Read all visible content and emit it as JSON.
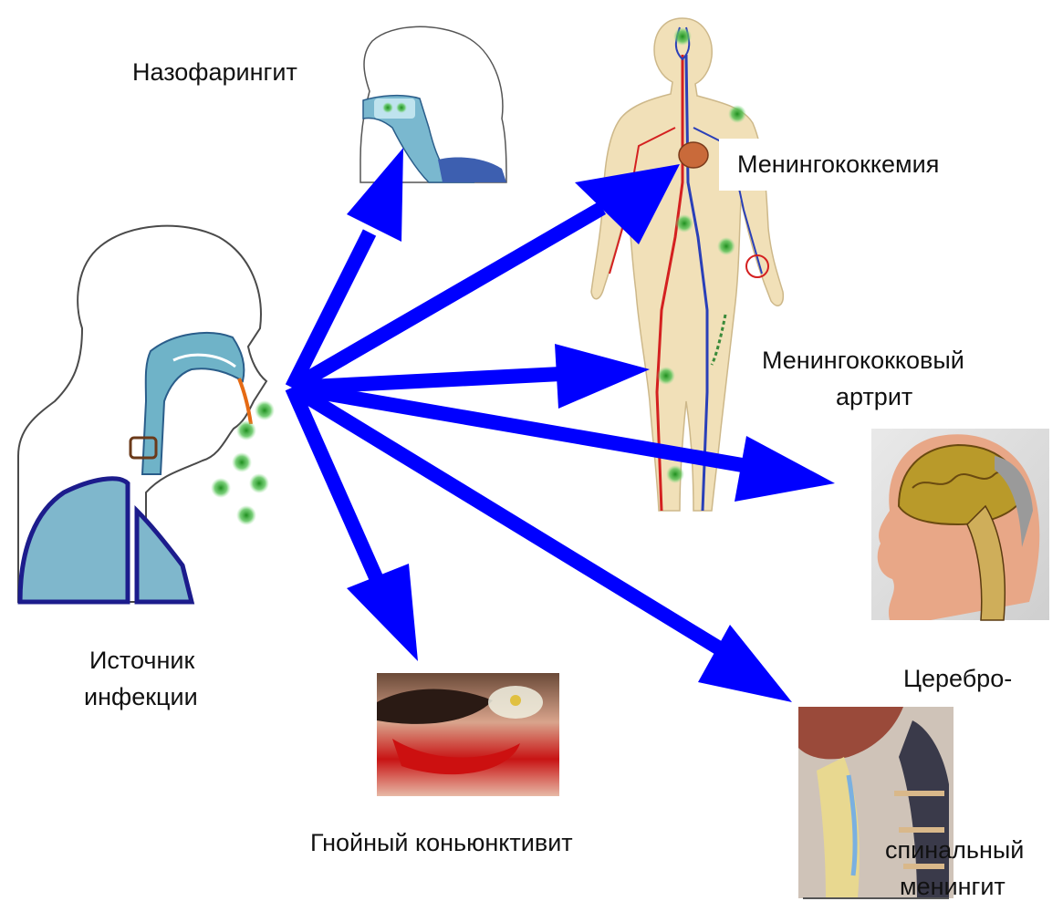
{
  "labels": {
    "nasopharyngitis": "Назофарингит",
    "meningococcemia": "Менингококкемия",
    "arthritis_1": "Менингококковый",
    "arthritis_2": "артрит",
    "source_1": "Источник",
    "source_2": "инфекции",
    "conjunctivitis": "Гнойный коньюнктивит",
    "meningitis_top": "Церебро-",
    "meningitis_1": "спинальный",
    "meningitis_2": "менингит"
  },
  "colors": {
    "arrow": "#0000ff",
    "bacteria": "#3aa83a",
    "airway": "#6fb3c8",
    "body_skin": "#f1e0b8",
    "artery": "#d42020",
    "vein": "#2a3fb8"
  },
  "icons": [
    "head-profile-icon",
    "body-circulation-icon",
    "child-brain-icon",
    "eye-icon",
    "spine-section-icon",
    "bacteria-icon"
  ]
}
